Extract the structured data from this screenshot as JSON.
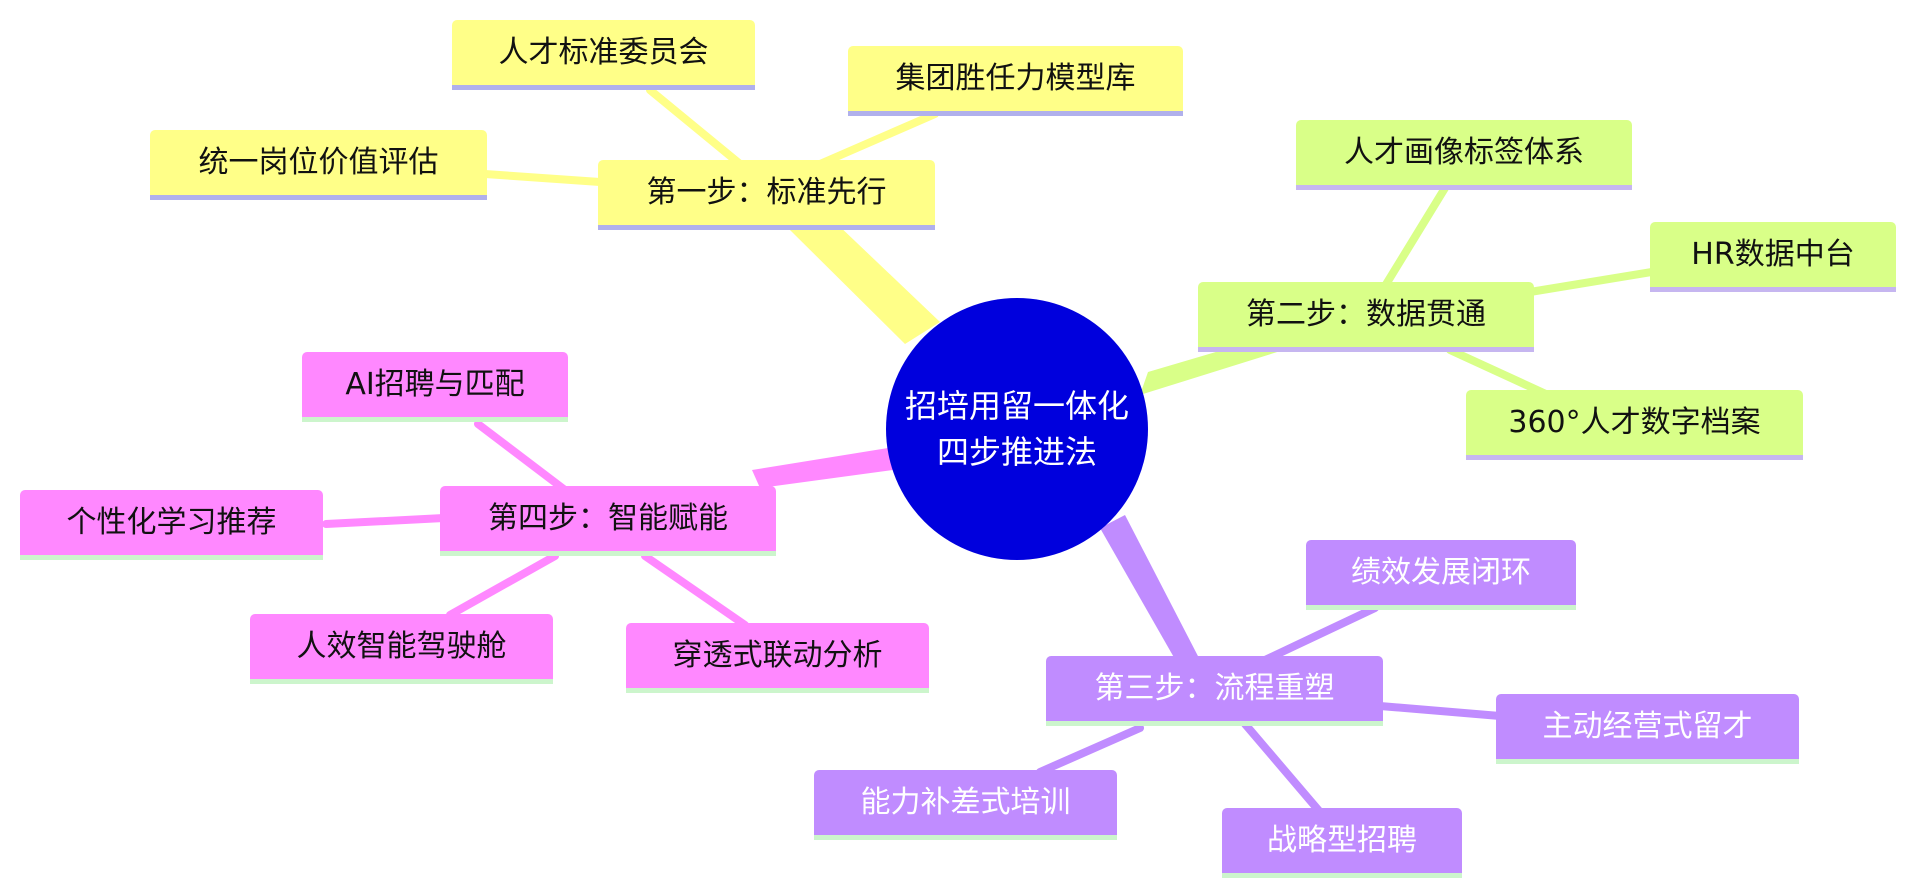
{
  "root": {
    "line1": "招培用留一体化",
    "line2": "四步推进法"
  },
  "branches": {
    "step1": {
      "label": "第一步：标准先行",
      "children": [
        "人才标准委员会",
        "集团胜任力模型库",
        "统一岗位价值评估"
      ],
      "color": "#ffff88"
    },
    "step2": {
      "label": "第二步：数据贯通",
      "children": [
        "人才画像标签体系",
        "HR数据中台",
        "360°人才数字档案"
      ],
      "color": "#d9ff88"
    },
    "step3": {
      "label": "第三步：流程重塑",
      "children": [
        "绩效发展闭环",
        "主动经营式留才",
        "战略型招聘",
        "能力补差式培训"
      ],
      "color": "#c08cff"
    },
    "step4": {
      "label": "第四步：智能赋能",
      "children": [
        "AI招聘与匹配",
        "个性化学习推荐",
        "人效智能驾驶舱",
        "穿透式联动分析"
      ],
      "color": "#ff88ff"
    }
  },
  "colors": {
    "root": "#0000dd"
  }
}
